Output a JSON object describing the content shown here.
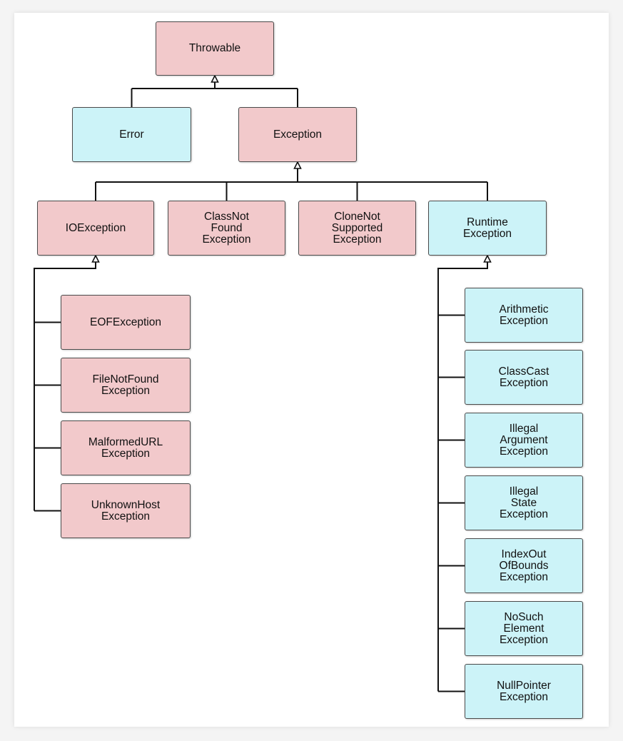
{
  "colors": {
    "checked": "#f2c9cb",
    "unchecked": "#ccf3f8",
    "border": "#4a4a4a",
    "line": "#111111"
  },
  "nodes": [
    {
      "id": "throwable",
      "label": "Throwable",
      "kind": "checked"
    },
    {
      "id": "error",
      "label": "Error",
      "kind": "unchecked"
    },
    {
      "id": "exception",
      "label": "Exception",
      "kind": "checked"
    },
    {
      "id": "ioexception",
      "label": "IOException",
      "kind": "checked"
    },
    {
      "id": "classnotfound",
      "label": "ClassNot\nFound\nException",
      "kind": "checked"
    },
    {
      "id": "clonenotsupported",
      "label": "CloneNot\nSupported\nException",
      "kind": "checked"
    },
    {
      "id": "runtime",
      "label": "Runtime\nException",
      "kind": "unchecked"
    },
    {
      "id": "eof",
      "label": "EOFException",
      "kind": "checked"
    },
    {
      "id": "filenotfound",
      "label": "FileNotFound\nException",
      "kind": "checked"
    },
    {
      "id": "malformedurl",
      "label": "MalformedURL\nException",
      "kind": "checked"
    },
    {
      "id": "unknownhost",
      "label": "UnknownHost\nException",
      "kind": "checked"
    },
    {
      "id": "arithmetic",
      "label": "Arithmetic\nException",
      "kind": "unchecked"
    },
    {
      "id": "classcast",
      "label": "ClassCast\nException",
      "kind": "unchecked"
    },
    {
      "id": "illegalargument",
      "label": "Illegal\nArgument\nException",
      "kind": "unchecked"
    },
    {
      "id": "illegalstate",
      "label": "Illegal\nState\nException",
      "kind": "unchecked"
    },
    {
      "id": "indexoutofbounds",
      "label": "IndexOut\nOfBounds\nException",
      "kind": "unchecked"
    },
    {
      "id": "nosuchelement",
      "label": "NoSuch\nElement\nException",
      "kind": "unchecked"
    },
    {
      "id": "nullpointer",
      "label": "NullPointer\nException",
      "kind": "unchecked"
    }
  ],
  "edges": [
    {
      "from": "error",
      "to": "throwable"
    },
    {
      "from": "exception",
      "to": "throwable"
    },
    {
      "from": "ioexception",
      "to": "exception"
    },
    {
      "from": "classnotfound",
      "to": "exception"
    },
    {
      "from": "clonenotsupported",
      "to": "exception"
    },
    {
      "from": "runtime",
      "to": "exception"
    },
    {
      "from": "eof",
      "to": "ioexception"
    },
    {
      "from": "filenotfound",
      "to": "ioexception"
    },
    {
      "from": "malformedurl",
      "to": "ioexception"
    },
    {
      "from": "unknownhost",
      "to": "ioexception"
    },
    {
      "from": "arithmetic",
      "to": "runtime"
    },
    {
      "from": "classcast",
      "to": "runtime"
    },
    {
      "from": "illegalargument",
      "to": "runtime"
    },
    {
      "from": "illegalstate",
      "to": "runtime"
    },
    {
      "from": "indexoutofbounds",
      "to": "runtime"
    },
    {
      "from": "nosuchelement",
      "to": "runtime"
    },
    {
      "from": "nullpointer",
      "to": "runtime"
    }
  ]
}
